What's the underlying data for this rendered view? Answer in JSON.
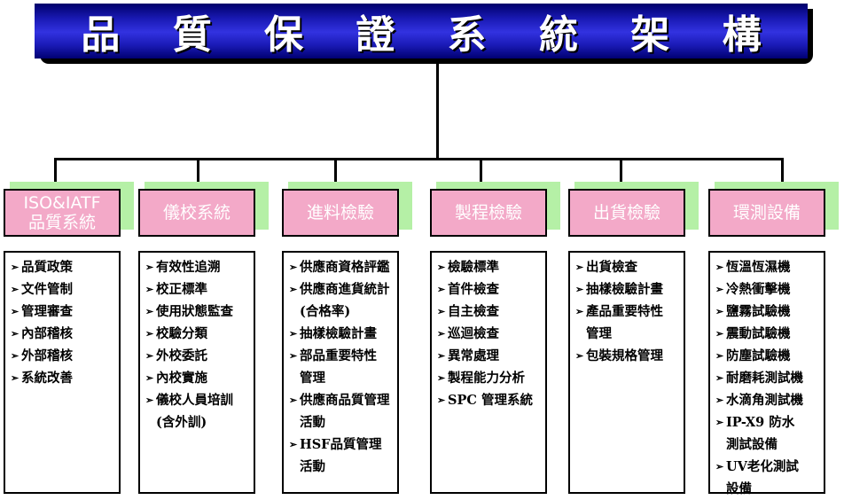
{
  "title": "品 質 保 證 系 統 架 構",
  "colors": {
    "banner": "#1a1ab5",
    "header_fill": "#f3a9c8",
    "header_shadow": "#b5f0a6"
  },
  "bullet_icon": "arrow-bullet",
  "columns": [
    {
      "header": [
        "ISO&IATF",
        "品質系統"
      ],
      "items": [
        "品質政策",
        "文件管制",
        "管理審查",
        "內部稽核",
        "外部稽核",
        "系統改善"
      ]
    },
    {
      "header": [
        "儀校系統"
      ],
      "items": [
        "有效性追溯",
        "校正標準",
        "使用狀態監查",
        "校驗分類",
        "外校委託",
        "內校實施",
        "儀校人員培訓\n(含外訓)"
      ]
    },
    {
      "header": [
        "進料檢驗"
      ],
      "items": [
        "供應商資格評鑑",
        "供應商進貨統計\n(合格率)",
        "抽樣檢驗計畫",
        "部品重要特性\n管理",
        "供應商品質管理\n活動",
        "HSF品質管理\n活動"
      ]
    },
    {
      "header": [
        "製程檢驗"
      ],
      "items": [
        "檢驗標準",
        "首件檢查",
        "自主檢查",
        "巡迴檢查",
        "異常處理",
        "製程能力分析",
        "SPC 管理系統"
      ]
    },
    {
      "header": [
        "出貨檢驗"
      ],
      "items": [
        "出貨檢查",
        "抽樣檢驗計畫",
        "產品重要特性\n管理",
        "包裝規格管理"
      ]
    },
    {
      "header": [
        "環測設備"
      ],
      "items": [
        "恆溫恆濕機",
        "冷熱衝擊機",
        "鹽霧試驗機",
        "震動試驗機",
        "防塵試驗機",
        "耐磨耗測試機",
        "水滴角測試機",
        "IP-X9 防水\n測試設備",
        "UV老化測試\n設備"
      ]
    }
  ]
}
